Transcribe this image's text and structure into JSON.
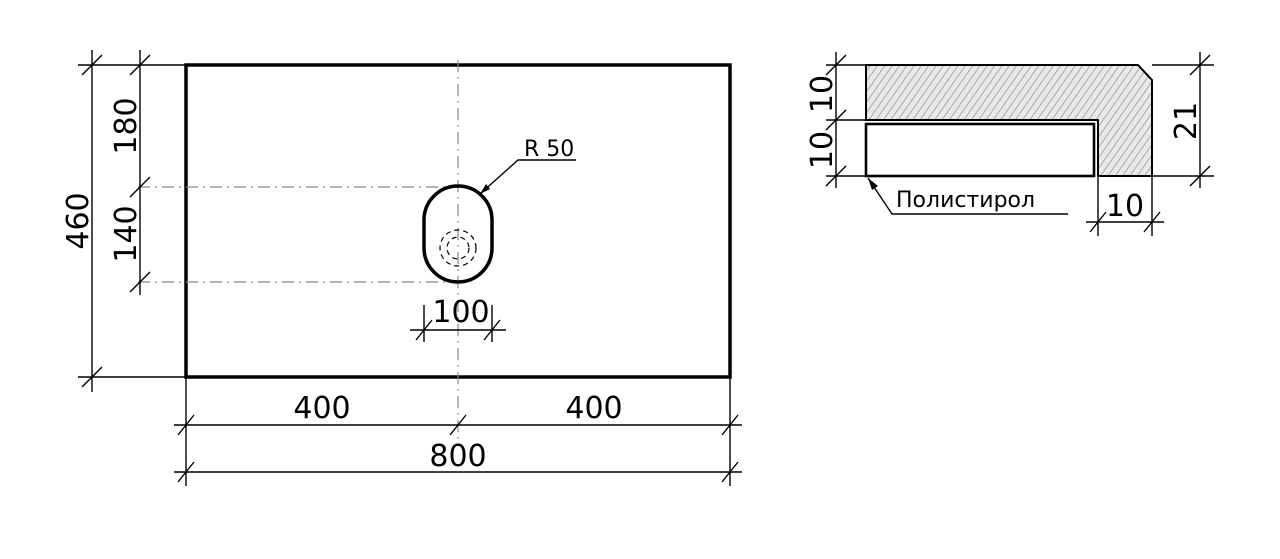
{
  "plan": {
    "dim_total_height": "460",
    "dim_top_offset": "180",
    "dim_hole_height": "140",
    "dim_left_width": "400",
    "dim_right_width": "400",
    "dim_total_width": "800",
    "dim_hole_width": "100",
    "radius_label": "R 50"
  },
  "section": {
    "dim_top_layer": "10",
    "dim_bottom_layer": "10",
    "dim_total_thickness": "21",
    "dim_edge_width": "10",
    "material_label": "Полистирол"
  },
  "colors": {
    "line": "#000000",
    "centerline": "#888888",
    "hatch": "#9a9a9a"
  }
}
